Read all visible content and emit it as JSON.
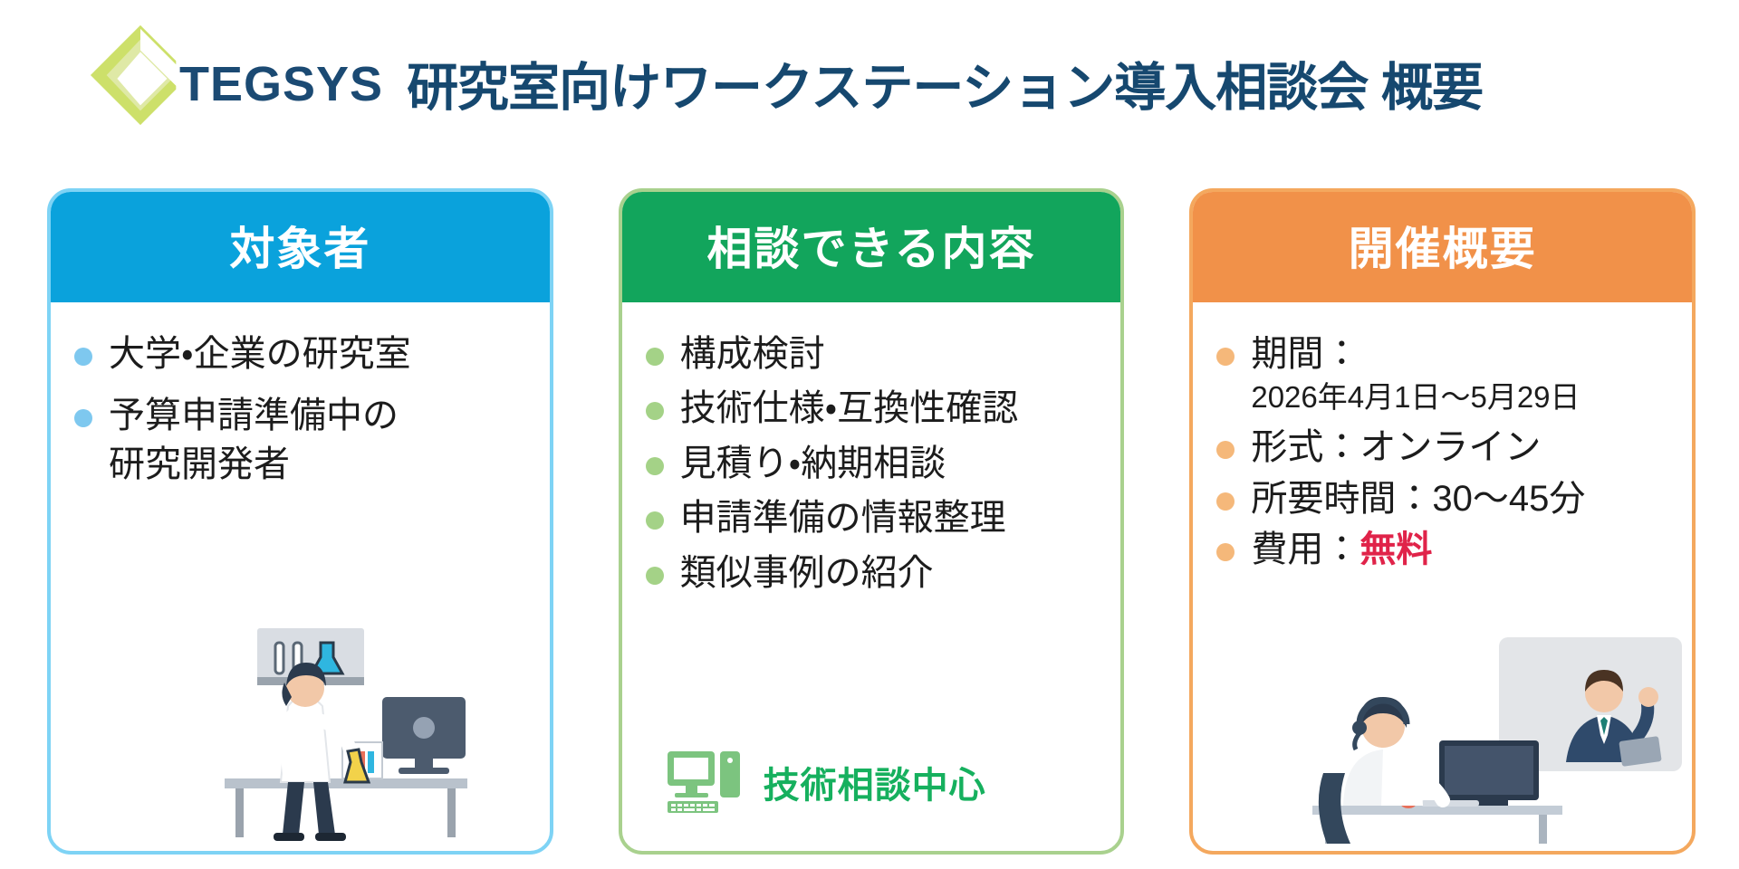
{
  "header": {
    "logo_word": "TEGSYS",
    "logo_mark_icon": "diamond-chevron-logo-icon",
    "title": "研究室向けワークステーション導入相談会 概要"
  },
  "colors": {
    "title": "#16486f",
    "logo_navy": "#1b4a73",
    "logo_green_light": "#cde06a",
    "logo_green_pale": "#dfe9a6",
    "card1_header": "#0aa2dc",
    "card1_border": "#7ed3f5",
    "card1_dot": "#7ec8ef",
    "card2_header": "#12a55c",
    "card2_border": "#a9d18e",
    "card2_dot": "#a4d287",
    "card2_badge": "#16b05e",
    "card3_header": "#f19149",
    "card3_border": "#f4a85e",
    "card3_dot": "#f5b87a",
    "highlight_red": "#e02349"
  },
  "cards": [
    {
      "id": "target-audience",
      "title": "対象者",
      "bullets": [
        {
          "text": "大学・企業の研究室"
        },
        {
          "text": "予算申請準備中の",
          "sub": "研究開発者"
        }
      ],
      "illustration_icon": "scientist-at-desk-illustration"
    },
    {
      "id": "consultation-topics",
      "title": "相談できる内容",
      "bullets": [
        {
          "text": "構成検討"
        },
        {
          "text": "技術仕様・互換性確認"
        },
        {
          "text": "見積り・納期相談"
        },
        {
          "text": "申請準備の情報整理"
        },
        {
          "text": "類似事例の紹介"
        }
      ],
      "badge": {
        "icon": "desktop-computer-icon",
        "label": "技術相談中心"
      }
    },
    {
      "id": "event-overview",
      "title": "開催概要",
      "bullets": [
        {
          "text": "期間：",
          "sub": "2026年4月1日〜5月29日"
        },
        {
          "text": "形式：オンライン"
        },
        {
          "text": "所要時間：30〜45分"
        },
        {
          "text": "費用：",
          "highlight": "無料"
        }
      ],
      "illustration_icon": "online-meeting-illustration"
    }
  ]
}
